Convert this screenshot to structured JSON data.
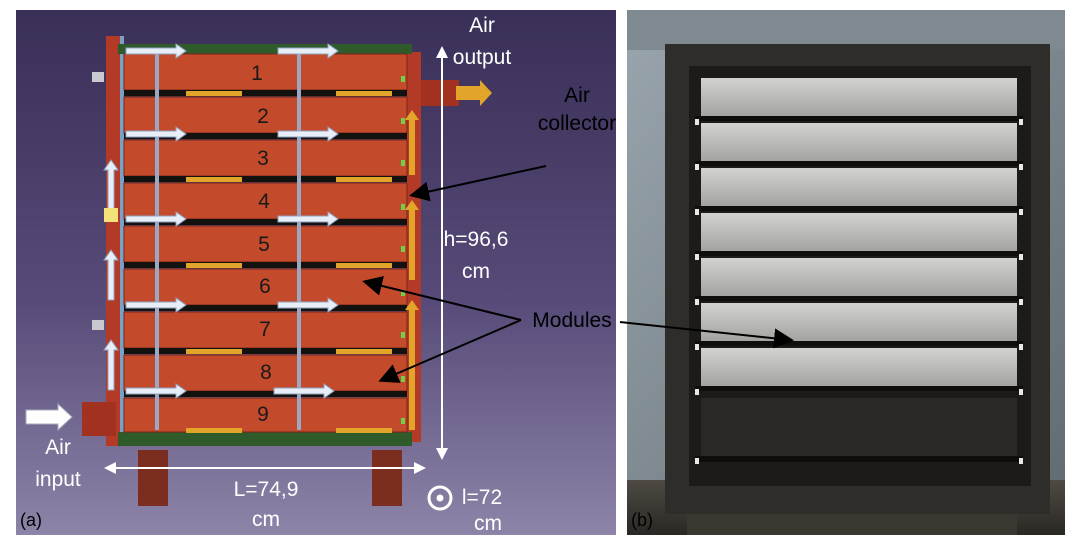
{
  "panel_a": {
    "label": "(a)",
    "module_numbers": [
      "1",
      "2",
      "3",
      "4",
      "5",
      "6",
      "7",
      "8",
      "9"
    ],
    "air_output": [
      "Air",
      "output"
    ],
    "air_collector": [
      "Air",
      "collector"
    ],
    "height_dim": [
      "h=96,6",
      "cm"
    ],
    "modules_label": "Modules",
    "air_input": [
      "Air",
      "input"
    ],
    "length_dim": [
      "L=74,9",
      "cm"
    ],
    "width_dim": [
      "l=72",
      "cm"
    ]
  },
  "panel_b": {
    "label": "(b)"
  },
  "colors": {
    "background_a": "#4a3c66",
    "module": "#c44a2c",
    "frame_green": "#2f5a2a",
    "flow_white": "#e8eef7",
    "flow_yellow": "#e2a52a",
    "cabinet_dark": "#2e2d2a",
    "tray_metal": "#b9bab6"
  }
}
